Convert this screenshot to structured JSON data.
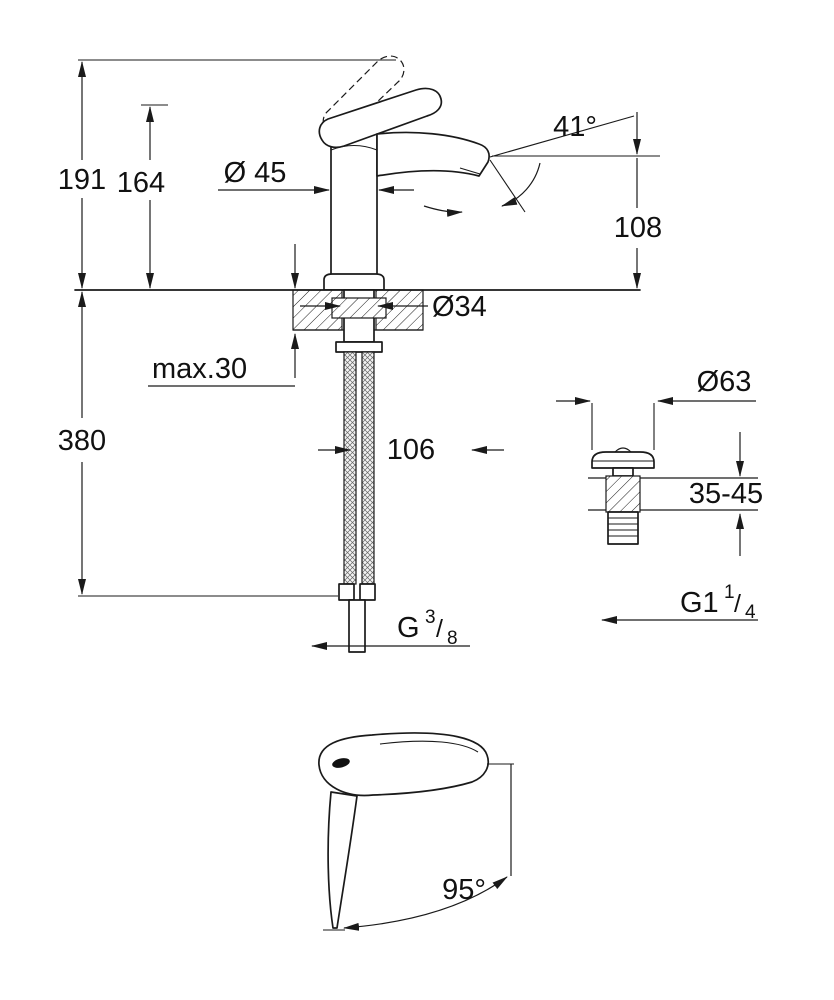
{
  "colors": {
    "ink": "#1a1a1a",
    "background": "#ffffff"
  },
  "labels": {
    "height_total": "191",
    "height_body": "164",
    "body_diameter": "Ø 45",
    "spout_angle": "41°",
    "spout_height": "108",
    "hole_diameter": "Ø34",
    "max_thickness": "max.30",
    "hose_length": "380",
    "spout_reach": "106",
    "drain_diameter": "Ø63",
    "drain_range": "35-45",
    "drain_thread_base": "G1",
    "drain_thread_sup": "1",
    "drain_thread_slash": "/",
    "drain_thread_sub": "4",
    "hose_thread_base": "G",
    "hose_thread_sup": "3",
    "hose_thread_slash": "/",
    "hose_thread_sub": "8",
    "handle_angle": "95°"
  }
}
